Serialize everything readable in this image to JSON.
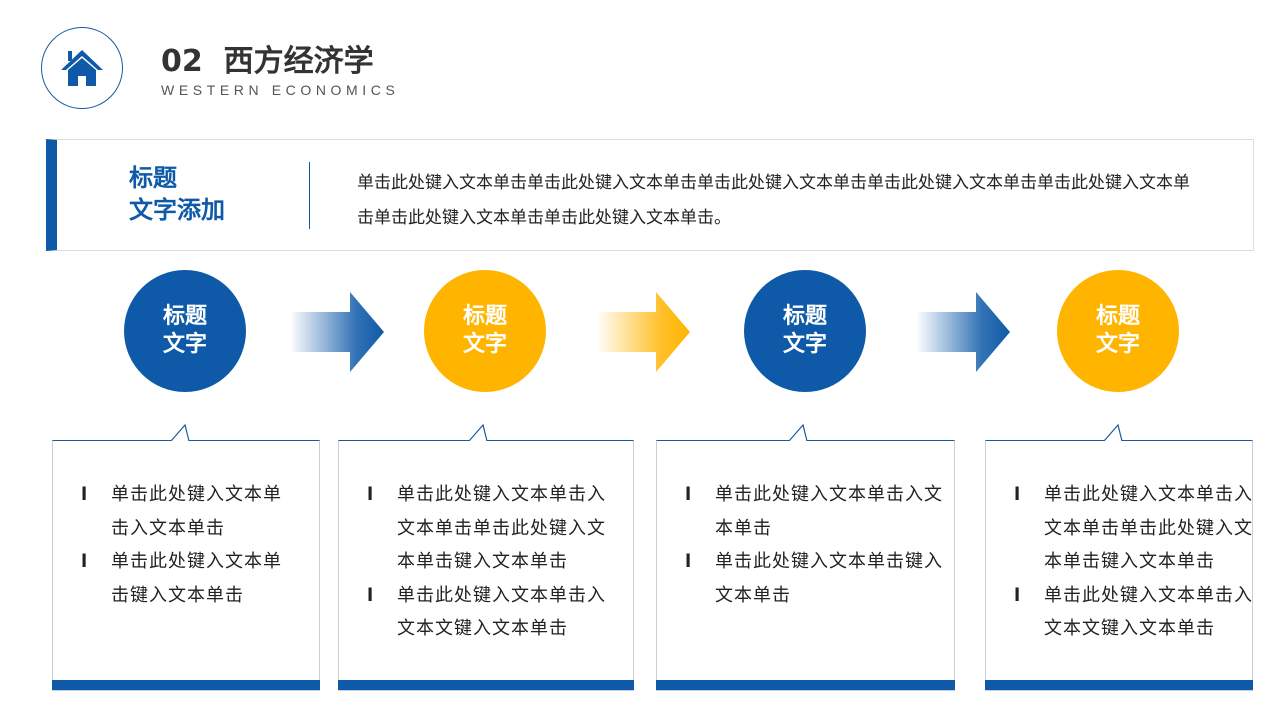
{
  "header": {
    "title": "02  西方经济学",
    "subtitle": "WESTERN ECONOMICS",
    "icon": "house-icon"
  },
  "intro": {
    "heading_line1": "标题",
    "heading_line2": "文字添加",
    "text": "单击此处键入文本单击单击此处键入文本单击单击此处键入文本单击单击此处键入文本单击单击此处键入文本单击单击此处键入文本单击单击此处键入文本单击。"
  },
  "colors": {
    "blue": "#0f5aa8",
    "yellow": "#ffb400"
  },
  "steps": [
    {
      "line1": "标题",
      "line2": "文字",
      "color": "#0f5aa8",
      "bullet": "l",
      "items": [
        "单击此处键入文本单击入文本单击",
        "单击此处键入文本单击键入文本单击"
      ]
    },
    {
      "line1": "标题",
      "line2": "文字",
      "color": "#ffb400",
      "bullet": "l",
      "items": [
        "单击此处键入文本单击入文本单击单击此处键入文本单击键入文本单击",
        "单击此处键入文本单击入文本文键入文本单击"
      ]
    },
    {
      "line1": "标题",
      "line2": "文字",
      "color": "#0f5aa8",
      "bullet": "l",
      "items": [
        "单击此处键入文本单击入文本单击",
        "单击此处键入文本单击键入文本单击"
      ]
    },
    {
      "line1": "标题",
      "line2": "文字",
      "color": "#ffb400",
      "bullet": "l",
      "items": [
        "单击此处键入文本单击入文本单击单击此处键入文本单击键入文本单击",
        "单击此处键入文本单击入文本文键入文本单击"
      ]
    }
  ]
}
